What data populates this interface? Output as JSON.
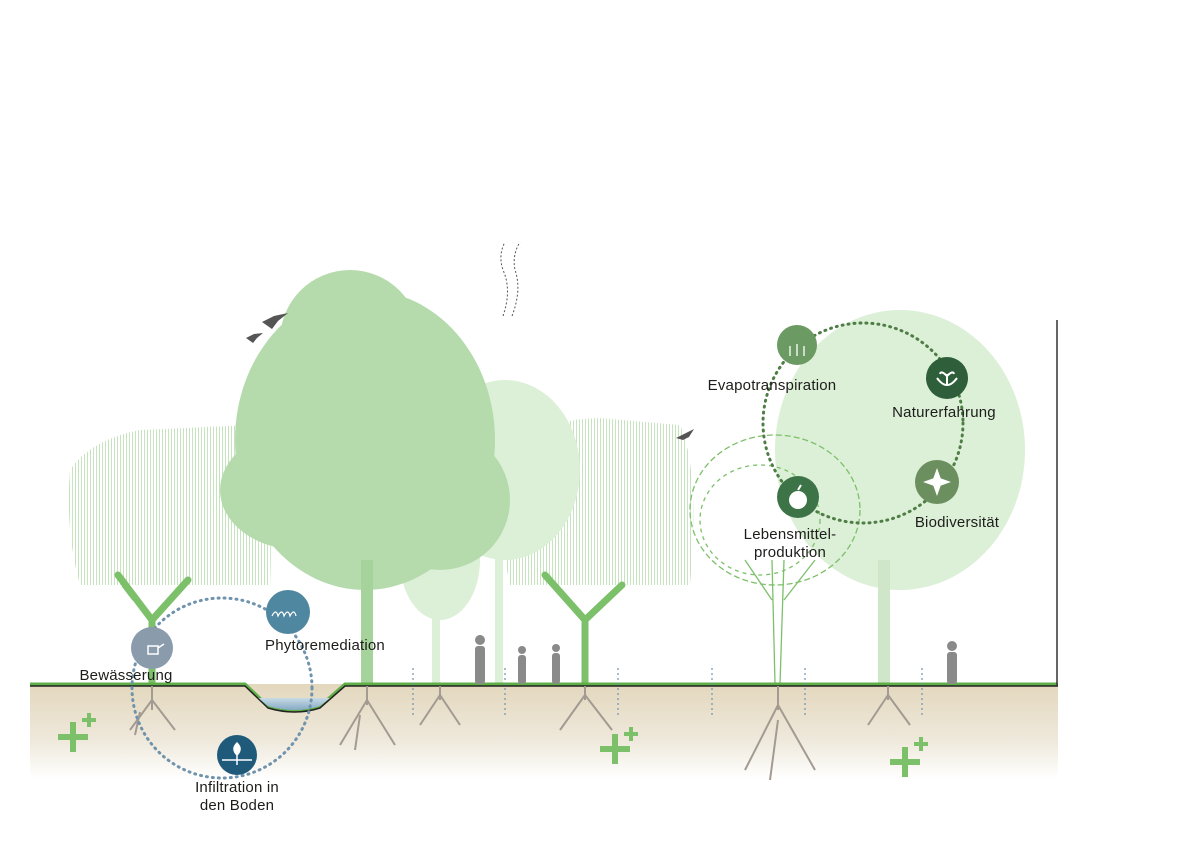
{
  "colors": {
    "ground_green": "#5fae48",
    "tree_light": "#cfe6c9",
    "tree_mid": "#a9d3a0",
    "soil": "#e6dcc6",
    "water_cycle": "#6f93ad",
    "benefit_cycle": "#4e7d45"
  },
  "water_cycle": [
    {
      "id": "irrigation",
      "label": "Bewässerung",
      "icon": "watering-can-icon",
      "color": "#8a9bab"
    },
    {
      "id": "phyto",
      "label": "Phytoremediation",
      "icon": "plants-icon",
      "color": "#4f86a0"
    },
    {
      "id": "infiltration",
      "label_line1": "Infiltration in",
      "label_line2": "den Boden",
      "icon": "seed-drop-icon",
      "color": "#1f5a7a"
    }
  ],
  "benefit_cycle": [
    {
      "id": "evapo",
      "label": "Evapotranspiration",
      "icon": "evaporation-icon",
      "color": "#6b9a62"
    },
    {
      "id": "nature",
      "label": "Naturerfahrung",
      "icon": "hands-plant-icon",
      "color": "#2e5e3a"
    },
    {
      "id": "biodiv",
      "label": "Biodiversität",
      "icon": "leaf-cross-icon",
      "color": "#6b8f5e"
    },
    {
      "id": "food",
      "label_line1": "Lebensmittel-",
      "label_line2": "produktion",
      "icon": "apple-icon",
      "color": "#3d7447"
    }
  ]
}
